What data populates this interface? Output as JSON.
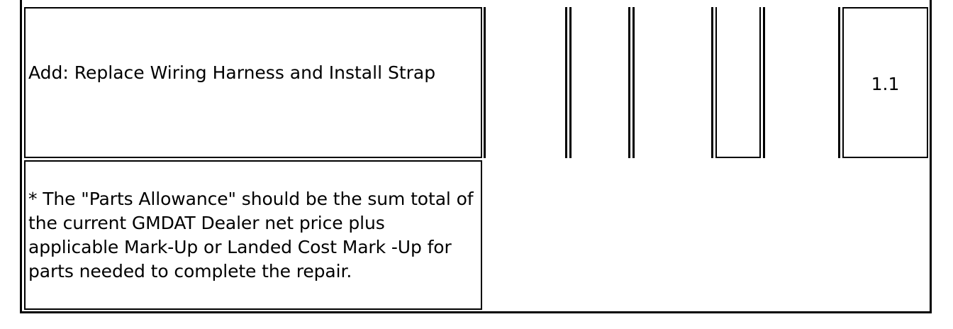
{
  "table": {
    "row1": {
      "description": "Add: Replace Wiring Harness and Install Strap",
      "labor_time": "1.1"
    },
    "note": {
      "text": "* The \"Parts Allowance\" should be the sum total of the current GMDAT Dealer net price plus applicable Mark-Up or Landed Cost Mark -Up for parts needed to complete the repair."
    }
  }
}
